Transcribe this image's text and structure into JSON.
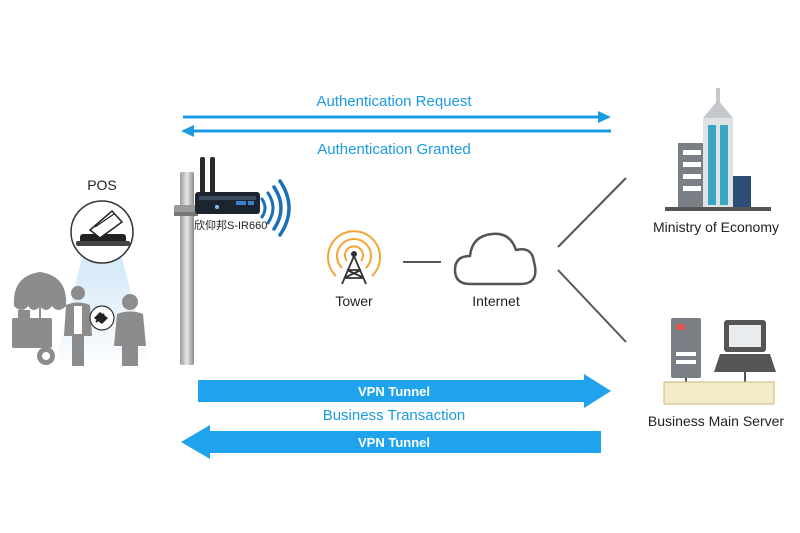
{
  "labels": {
    "auth_request": "Authentication Request",
    "auth_granted": "Authentication Granted",
    "pos": "POS",
    "router": "欣仰邦S-IR660",
    "tower": "Tower",
    "internet": "Internet",
    "ministry": "Ministry of Economy",
    "vpn_top": "VPN Tunnel",
    "business_transaction": "Business Transaction",
    "vpn_bottom": "VPN Tunnel",
    "server": "Business Main Server"
  },
  "colors": {
    "accent_blue": "#1a9be0",
    "tunnel_blue": "#1fa3ec",
    "gray_icon": "#8c8c8c",
    "dark_text": "#222222",
    "tower_orange": "#f2a532",
    "building_teal": "#3aa6c2"
  },
  "icons": [
    "pos-terminal-icon",
    "market-stall-icon",
    "person-icon",
    "router-icon",
    "wifi-signal-icon",
    "tower-icon",
    "cloud-icon",
    "building-icon",
    "server-icon",
    "computer-icon"
  ]
}
